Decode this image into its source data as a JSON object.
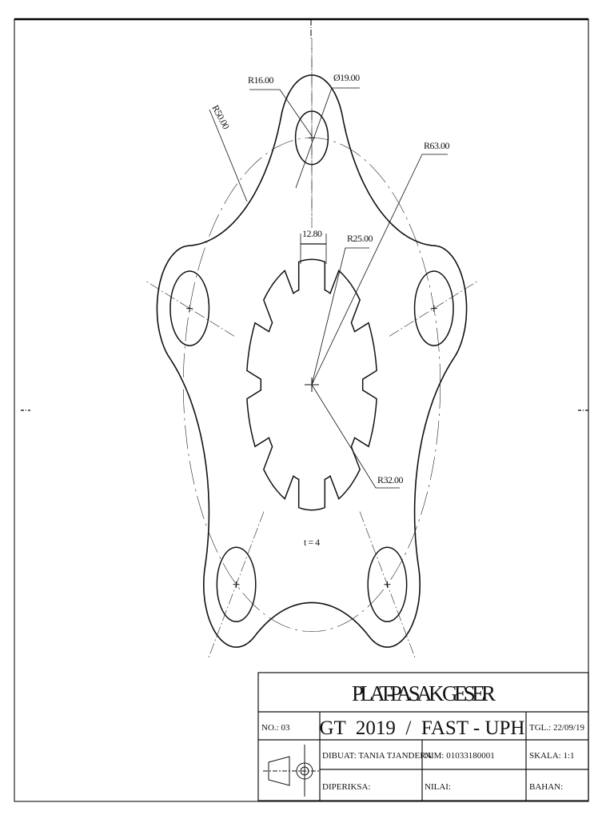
{
  "drawing": {
    "dimensions": {
      "r16": "R16.00",
      "dia19": "Ø19.00",
      "r50": "R50.00",
      "r63": "R63.00",
      "r25": "R25.00",
      "r32": "R32.00",
      "w12": "12.80"
    },
    "thickness_note": "t = 4",
    "line_color": "#111111"
  },
  "title_block": {
    "title": "PLAT-PASAK GESER",
    "number": "NO.: 03",
    "course": "GT  2019  /  FAST - UPH",
    "date": "TGL.: 22/09/19",
    "made_by": "DIBUAT: TANIA TJANDERA",
    "nim": "NIM: 01033180001",
    "scale": "SKALA: 1:1",
    "checked_by": "DIPERIKSA:",
    "grade": "NILAI:",
    "material": "BAHAN:",
    "projection_symbol": "first-angle-projection-icon"
  }
}
